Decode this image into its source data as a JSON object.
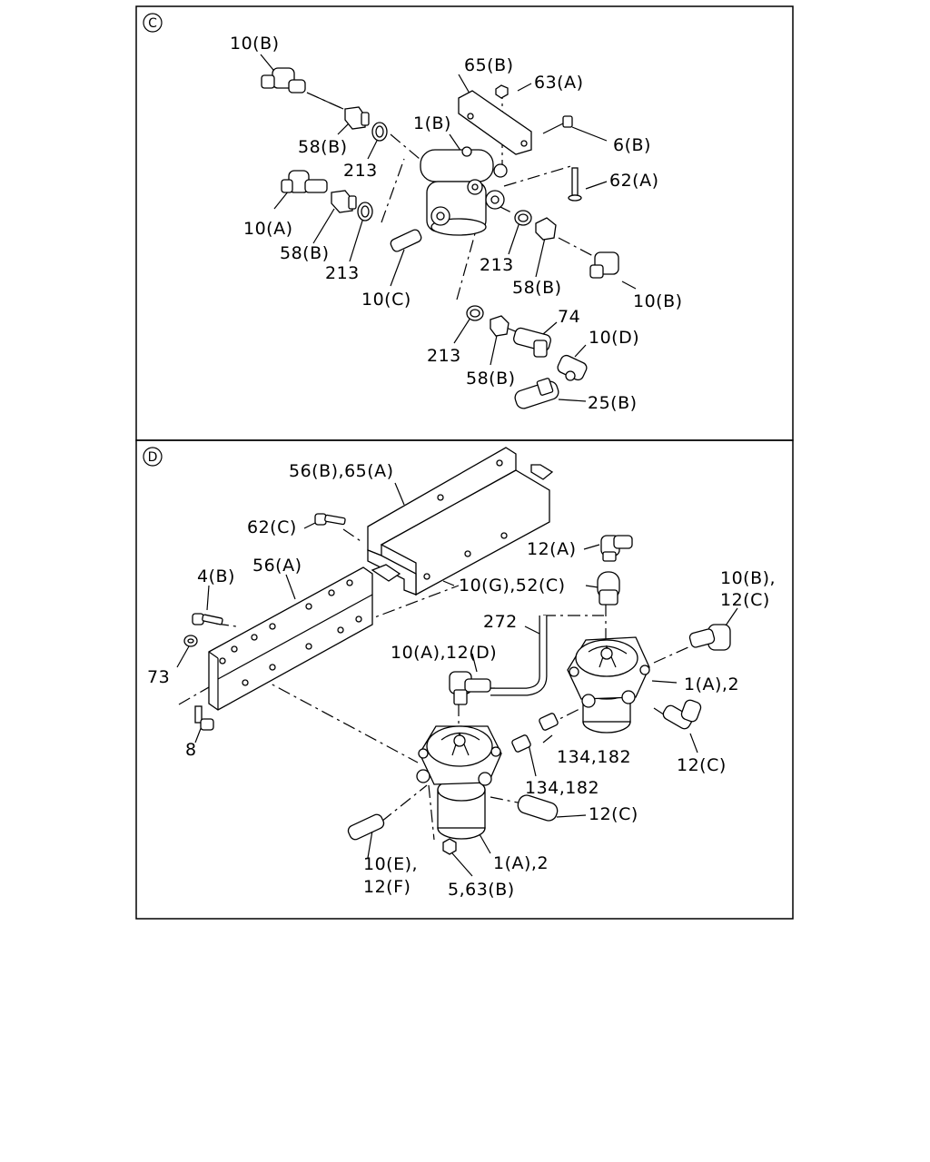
{
  "panel_c": {
    "marker": "C",
    "labels": {
      "l01": "10(B)",
      "l02": "65(B)",
      "l03": "63(A)",
      "l04": "1(B)",
      "l05": "58(B)",
      "l06": "213",
      "l07": "6(B)",
      "l08": "62(A)",
      "l09": "10(A)",
      "l10": "58(B)",
      "l11": "213",
      "l12": "10(C)",
      "l13": "213",
      "l14": "58(B)",
      "l15": "10(B)",
      "l16": "74",
      "l17": "10(D)",
      "l18": "213",
      "l19": "58(B)",
      "l20": "25(B)"
    }
  },
  "panel_d": {
    "marker": "D",
    "labels": {
      "l01": "56(B),65(A)",
      "l02": "62(C)",
      "l03": "12(A)",
      "l04": "4(B)",
      "l05": "56(A)",
      "l06": "10(G),52(C)",
      "l07": "10(B),",
      "l08": "12(C)",
      "l09": "272",
      "l10": "10(A),12(D)",
      "l11": "1(A),2",
      "l12": "73",
      "l13": "134,182",
      "l14": "12(C)",
      "l15": "8",
      "l16": "134,182",
      "l17": "12(C)",
      "l18": "10(E),",
      "l19": "12(F)",
      "l20": "1(A),2",
      "l21": "5,63(B)"
    }
  }
}
